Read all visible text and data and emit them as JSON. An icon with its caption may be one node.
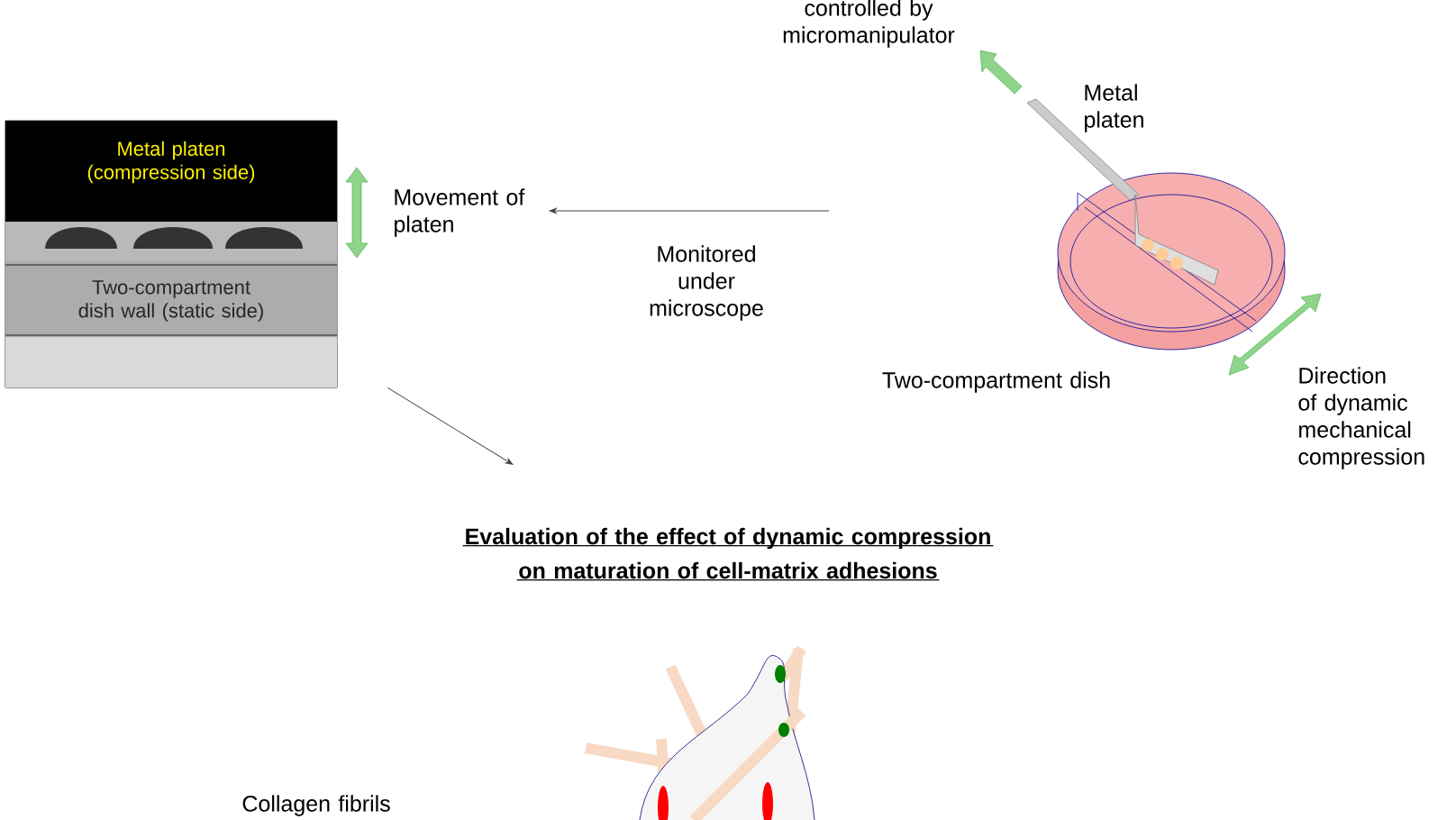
{
  "diagram": {
    "nodes": [
      {
        "text": [
          "Metal platen (compression side)",
          "Two-compartment dish wall (static side)"
        ]
      },
      {
        "text": [
          "Movement of platen"
        ]
      },
      {
        "text": [
          "Evaluation of the effect of dynamic compression on maturation of cell-matrix adhesions"
        ]
      }
    ],
    "edges": [
      {
        "from": null,
        "to": 1,
        "arrow": "to",
        "label": "Monitored under microscope"
      },
      {
        "from": 0,
        "to": 2,
        "arrow": "to"
      }
    ],
    "labels": [
      "controlled by micromanipulator",
      "Metal platen",
      "Two-compartment dish",
      "Direction of dynamic mechanical compression",
      "Collagen fibrils"
    ]
  }
}
